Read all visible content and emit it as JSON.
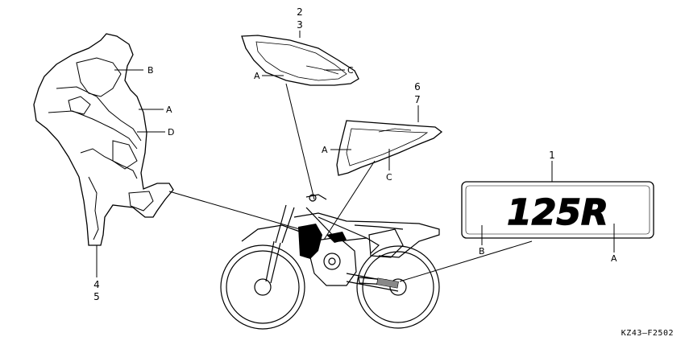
{
  "diagram": {
    "part_numbers": {
      "p2": "2",
      "p3": "3",
      "p6": "6",
      "p7": "7",
      "p1": "1",
      "p4": "4",
      "p5": "5"
    },
    "callouts": {
      "shroud_b": "B",
      "shroud_a": "A",
      "shroud_d": "D",
      "side_cover_a": "A",
      "side_cover_c": "C",
      "tank_a": "A",
      "tank_c": "C",
      "swingarm_b": "B",
      "swingarm_a": "A"
    },
    "swingarm_logo_text": "125R",
    "figure_code": "KZ43—F2502",
    "colors": {
      "ink": "#000000",
      "paper": "#ffffff",
      "stripe": "#888888"
    }
  }
}
